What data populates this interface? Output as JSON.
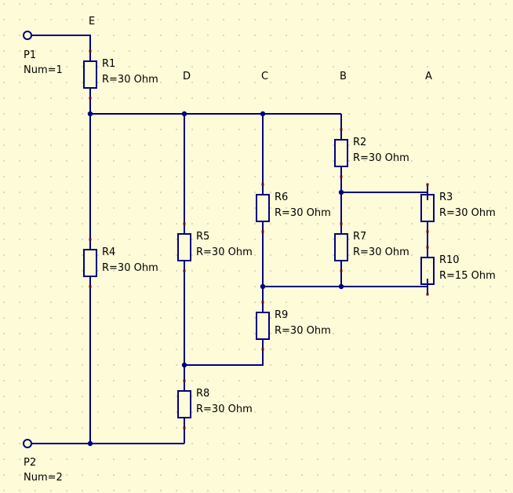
{
  "schematic": {
    "colors": {
      "background": "#fefbd8",
      "grid": "#6f6f6f",
      "wire": "#00007f",
      "component": "#00007f",
      "pin": "#7f0000",
      "text": "#000000"
    },
    "ports": [
      {
        "id": "P1",
        "name": "P1",
        "param": "Num=1"
      },
      {
        "id": "P2",
        "name": "P2",
        "param": "Num=2"
      }
    ],
    "nodes": [
      "E",
      "D",
      "C",
      "B",
      "A"
    ],
    "resistors": [
      {
        "id": "R1",
        "name": "R1",
        "value": "R=30 Ohm"
      },
      {
        "id": "R2",
        "name": "R2",
        "value": "R=30 Ohm"
      },
      {
        "id": "R3",
        "name": "R3",
        "value": "R=30 Ohm"
      },
      {
        "id": "R4",
        "name": "R4",
        "value": "R=30 Ohm"
      },
      {
        "id": "R5",
        "name": "R5",
        "value": "R=30 Ohm"
      },
      {
        "id": "R6",
        "name": "R6",
        "value": "R=30 Ohm"
      },
      {
        "id": "R7",
        "name": "R7",
        "value": "R=30 Ohm"
      },
      {
        "id": "R8",
        "name": "R8",
        "value": "R=30 Ohm"
      },
      {
        "id": "R9",
        "name": "R9",
        "value": "R=30 Ohm"
      },
      {
        "id": "R10",
        "name": "R10",
        "value": "R=15 Ohm"
      }
    ]
  }
}
